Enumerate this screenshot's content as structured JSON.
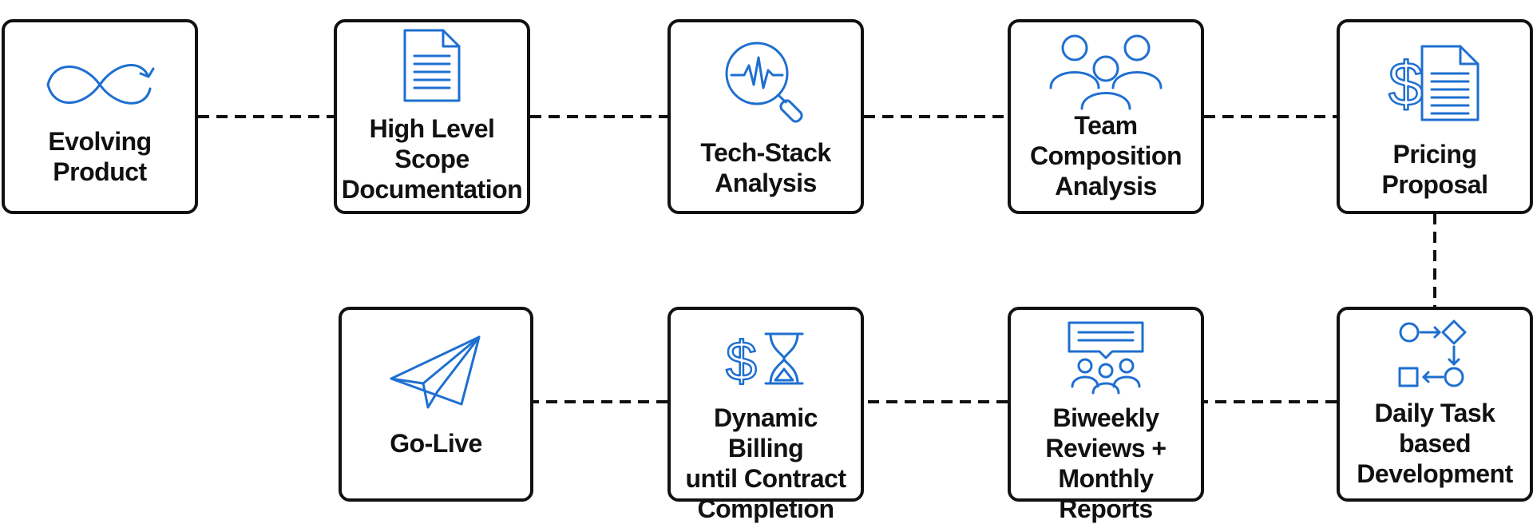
{
  "diagram": {
    "accent_color": "#1e6fd0",
    "line_color": "#111111",
    "steps": [
      {
        "label": "Evolving\nProduct",
        "icon": "infinity-loop-icon"
      },
      {
        "label": "High Level\nScope\nDocumentation",
        "icon": "document-icon"
      },
      {
        "label": "Tech-Stack\nAnalysis",
        "icon": "magnifier-pulse-icon"
      },
      {
        "label": "Team\nComposition\nAnalysis",
        "icon": "team-icon"
      },
      {
        "label": "Pricing\nProposal",
        "icon": "dollar-document-icon"
      },
      {
        "label": "Daily Task\nbased\nDevelopment",
        "icon": "workflow-icon"
      },
      {
        "label": "Biweekly\nReviews +\nMonthly Reports",
        "icon": "review-meeting-icon"
      },
      {
        "label": "Dynamic Billing\nuntil Contract\nCompletion",
        "icon": "dollar-hourglass-icon"
      },
      {
        "label": "Go-Live",
        "icon": "paper-plane-icon"
      }
    ]
  }
}
